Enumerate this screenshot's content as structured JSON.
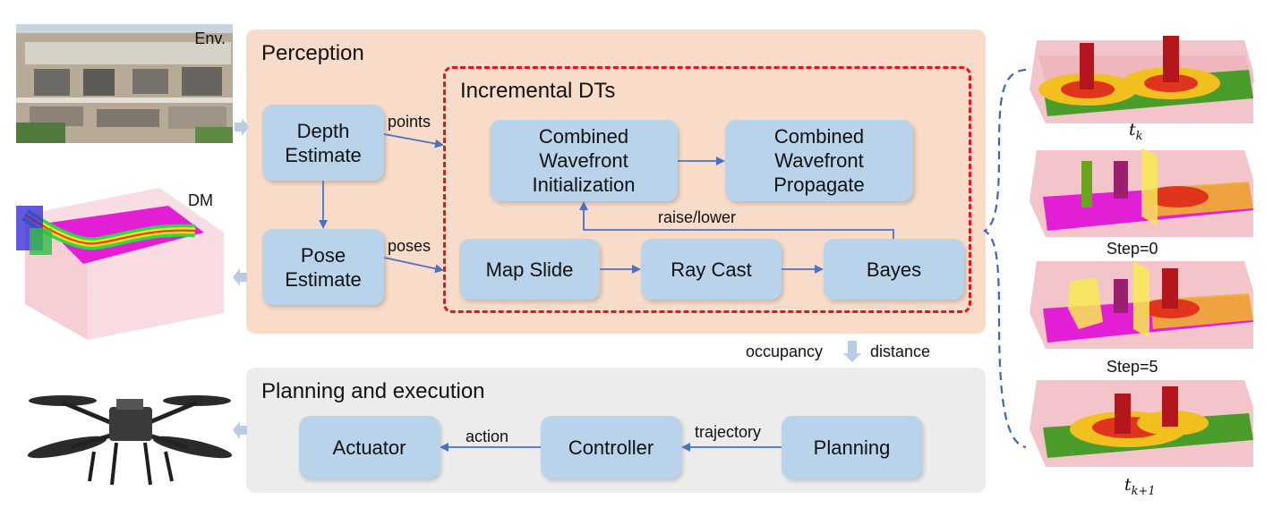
{
  "left_images": {
    "env_label": "Env.",
    "dm_label": "DM"
  },
  "perception": {
    "title": "Perception",
    "depth_box": "Depth\nEstimate",
    "pose_box": "Pose\nEstimate",
    "points_label": "points",
    "poses_label": "poses"
  },
  "incremental": {
    "title": "Incremental  DTs",
    "init_box": "Combined\nWavefront\nInitialization",
    "propagate_box": "Combined\nWavefront\nPropagate",
    "raise_lower_label": "raise/lower",
    "map_slide_box": "Map Slide",
    "ray_cast_box": "Ray Cast",
    "bayes_box": "Bayes"
  },
  "between": {
    "occupancy_label": "occupancy",
    "distance_label": "distance"
  },
  "planning": {
    "title": "Planning and execution",
    "actuator_box": "Actuator",
    "controller_box": "Controller",
    "planning_box": "Planning",
    "action_label": "action",
    "trajectory_label": "trajectory"
  },
  "right_panels": {
    "cap1_base": "t",
    "cap1_sub": "k",
    "cap2": "Step=0",
    "cap3": "Step=5",
    "cap4_base": "t",
    "cap4_sub": "k+1"
  },
  "colors": {
    "perception_bg": "#f8dcc9",
    "planning_bg": "#ececec",
    "box_fill": "#b9d3ea",
    "arrow": "#4a72c4",
    "dashed_red": "#e8141c",
    "brace": "#3a66c0",
    "bg_arrow": "#b8cce6"
  }
}
